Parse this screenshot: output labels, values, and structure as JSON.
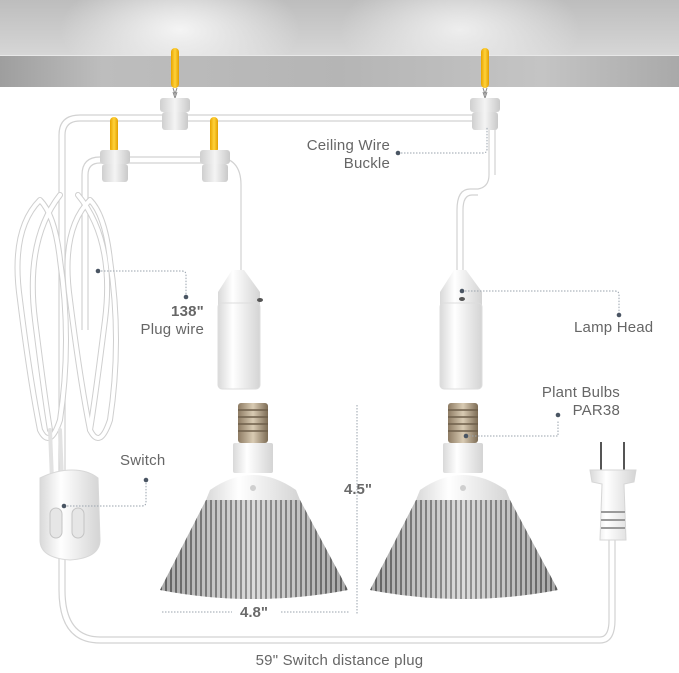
{
  "image": {
    "description": "Product diagram of a dual pendant grow-light kit with plugs, switch and bulbs",
    "background": "#ffffff"
  },
  "labels": {
    "ceiling_wire_buckle_line1": "Ceiling Wire",
    "ceiling_wire_buckle_line2": "Buckle",
    "plug_wire_length": "138\"",
    "plug_wire": "Plug wire",
    "lamp_head": "Lamp Head",
    "plant_bulbs_line1": "Plant Bulbs",
    "plant_bulbs_line2": "PAR38",
    "switch": "Switch",
    "bulb_height": "4.5\"",
    "bulb_width": "4.8\"",
    "switch_distance": "59\" Switch distance plug"
  },
  "components": {
    "hooks_count": 4,
    "lamp_heads_count": 2,
    "bulbs_count": 2,
    "hook_anchor_color": "#f5b800",
    "cable_color": "#ffffff",
    "annotation_dot_color": "#4a5563",
    "label_color": "#666666"
  }
}
